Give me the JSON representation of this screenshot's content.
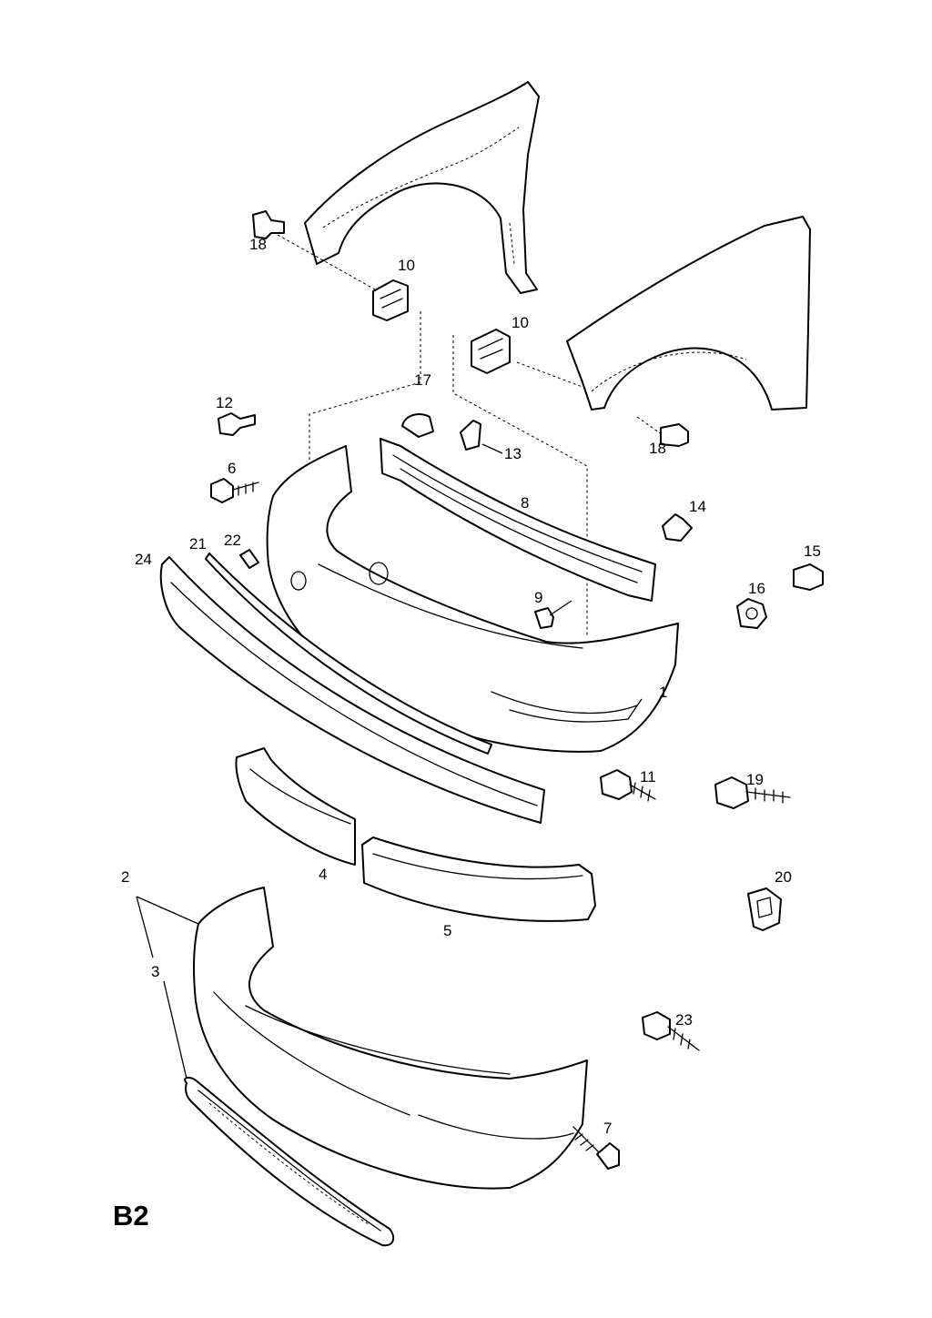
{
  "sheet": {
    "code": "B2"
  },
  "callouts": [
    "1",
    "2",
    "3",
    "4",
    "5",
    "6",
    "7",
    "8",
    "9",
    "10",
    "10",
    "11",
    "12",
    "13",
    "14",
    "15",
    "16",
    "17",
    "18",
    "18",
    "19",
    "20",
    "21",
    "22",
    "23",
    "24"
  ]
}
